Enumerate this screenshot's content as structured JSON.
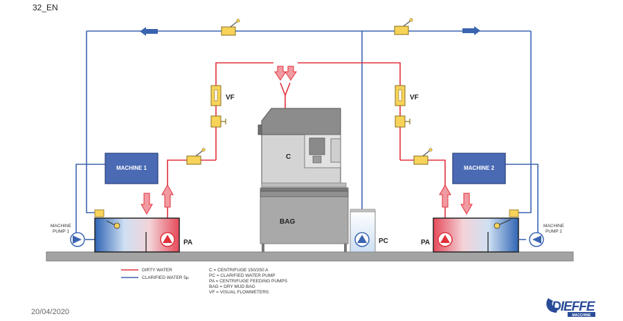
{
  "header": {
    "code": "32_EN"
  },
  "footer": {
    "date": "20/04/2020"
  },
  "brand": {
    "name": "DIEFFE",
    "sub": "MACCHINE"
  },
  "components": {
    "machine1": "MACHINE 1",
    "machine2": "MACHINE 2",
    "centrifuge": "C",
    "bag": "BAG",
    "vf_left": "VF",
    "vf_right": "VF",
    "pa_left": "PA",
    "pa_right": "PA",
    "pc": "PC",
    "machine_pump_1": [
      "MACHINE",
      "PUMP 1"
    ],
    "machine_pump_2": [
      "MACHINE",
      "PUMP 2"
    ]
  },
  "legend": {
    "lines": [
      {
        "label": "DIRTY WATER",
        "color": "#e0303a"
      },
      {
        "label": "CLARIFIED WATER 5µ",
        "color": "#3a64b0"
      }
    ],
    "abbreviations": [
      "C = CENTRIFUGE 150/250 A",
      "PC = CLARIFIED WATER PUMP",
      "PA = CENTRIFUGE FEEDING PUMPS",
      "BAG = DRY MUD BAG",
      "VF = VISUAL FLOWMETERS"
    ]
  },
  "colors": {
    "dirty": "#e0303a",
    "clean": "#3a64b0",
    "machine_fill": "#4a6ab4",
    "valve_fill": "#f7d35a",
    "floor": "#a3a3a3",
    "centrifuge": "#9e9e9e",
    "bag": "#a9a9a9"
  }
}
